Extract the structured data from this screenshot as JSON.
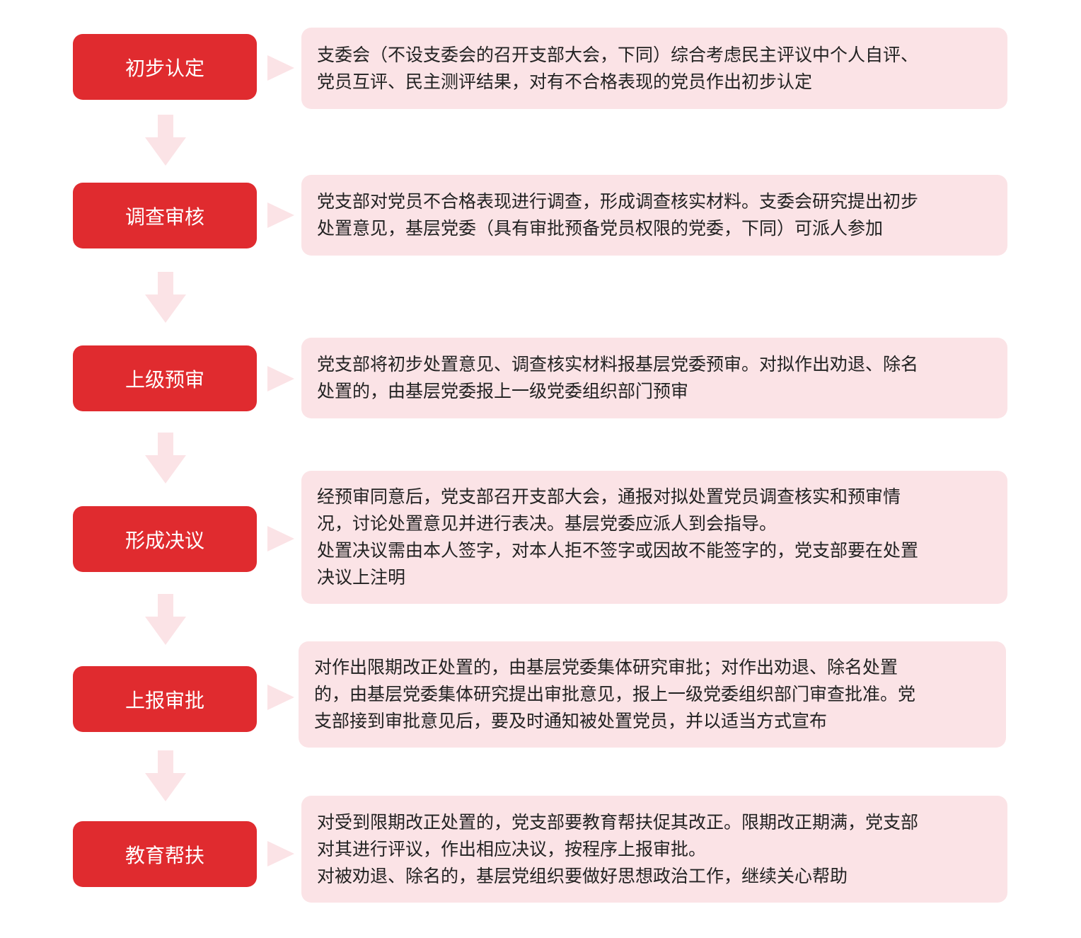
{
  "colors": {
    "step_fill": "#e02b2f",
    "step_text": "#ffffff",
    "panel_fill": "#fbe3e6",
    "body_text": "#222222"
  },
  "steps": [
    {
      "label": "初步认定",
      "lines": [
        "支委会（不设支委会的召开支部大会，下同）综合考虑民主评议中个人自评、",
        "党员互评、民主测评结果，对有不合格表现的党员作出初步认定"
      ]
    },
    {
      "label": "调查审核",
      "lines": [
        "党支部对党员不合格表现进行调查，形成调查核实材料。支委会研究提出初步",
        "处置意见，基层党委（具有审批预备党员权限的党委，下同）可派人参加"
      ]
    },
    {
      "label": "上级预审",
      "lines": [
        "党支部将初步处置意见、调查核实材料报基层党委预审。对拟作出劝退、除名",
        "处置的，由基层党委报上一级党委组织部门预审"
      ]
    },
    {
      "label": "形成决议",
      "lines": [
        "经预审同意后，党支部召开支部大会，通报对拟处置党员调查核实和预审情",
        "况，讨论处置意见并进行表决。基层党委应派人到会指导。",
        "处置决议需由本人签字，对本人拒不签字或因故不能签字的，党支部要在处置",
        "决议上注明"
      ]
    },
    {
      "label": "上报审批",
      "lines": [
        "对作出限期改正处置的，由基层党委集体研究审批；对作出劝退、除名处置",
        "的，由基层党委集体研究提出审批意见，报上一级党委组织部门审查批准。党",
        "支部接到审批意见后，要及时通知被处置党员，并以适当方式宣布"
      ]
    },
    {
      "label": "教育帮扶",
      "lines": [
        "对受到限期改正处置的，党支部要教育帮扶促其改正。限期改正期满，党支部",
        "对其进行评议，作出相应决议，按程序上报审批。",
        "对被劝退、除名的，基层党组织要做好思想政治工作，继续关心帮助"
      ]
    }
  ]
}
